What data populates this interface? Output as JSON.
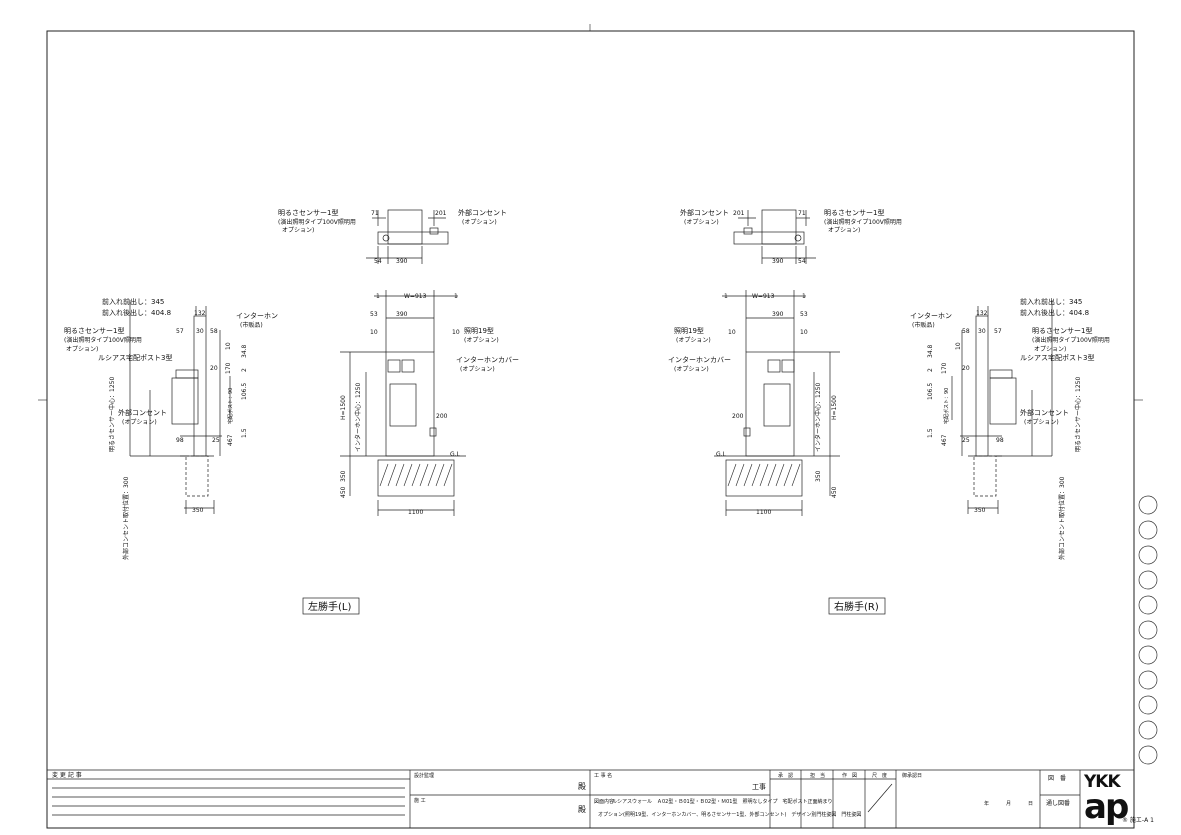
{
  "drawing": {
    "left": {
      "caption": "左勝手(L)",
      "plan": {
        "sensor_label": [
          "明るさセンサー1型",
          "(演出照明タイプ100V照明用",
          "オプション)"
        ],
        "outlet_label": [
          "外部コンセント",
          "(オプション)"
        ],
        "dims": [
          "71",
          "201",
          "54",
          "390"
        ]
      },
      "side": {
        "front_out": "前入れ前出し：345",
        "front_back": "前入れ後出し：404.8",
        "sensor_label": [
          "明るさセンサー1型",
          "(演出照明タイプ100V照明用",
          "オプション)"
        ],
        "post_label": "ルシアス宅配ポスト3型",
        "intercom_label": [
          "インターホン",
          "(市販品)"
        ],
        "outlet_label": [
          "外部コンセント",
          "(オプション)"
        ],
        "vert_sensor": "明るさセンサー中心：1250",
        "vert_outlet": "外部コンセント取付位置：300",
        "vert_post": "宅配ポスト：90",
        "dims": [
          "132",
          "57",
          "30",
          "58",
          "10",
          "34.8",
          "20",
          "170",
          "2",
          "106.5",
          "98",
          "25",
          "467",
          "1.5",
          "350"
        ]
      },
      "front": {
        "width": "W=913",
        "light_label": [
          "照明19型",
          "(オプション)"
        ],
        "cover_label": [
          "インターホンカバー",
          "(オプション)"
        ],
        "height": "H=1500",
        "intercom_center": "インターホン中心：1250",
        "gl": "G.L",
        "dims": [
          "1",
          "1",
          "53",
          "390",
          "10",
          "10",
          "200",
          "350",
          "450",
          "1100"
        ]
      }
    },
    "right": {
      "caption": "右勝手(R)",
      "plan": {
        "outlet_label": [
          "外部コンセント",
          "(オプション)"
        ],
        "sensor_label": [
          "明るさセンサー1型",
          "(演出照明タイプ100V照明用",
          "オプション)"
        ],
        "dims": [
          "201",
          "71",
          "390",
          "54"
        ]
      },
      "front": {
        "width": "W=913",
        "light_label": [
          "照明19型",
          "(オプション)"
        ],
        "cover_label": [
          "インターホンカバー",
          "(オプション)"
        ],
        "height": "H=1500",
        "intercom_center": "インターホン中心：1250",
        "gl": "G.L",
        "dims": [
          "1",
          "1",
          "53",
          "390",
          "10",
          "10",
          "200",
          "350",
          "450",
          "1100"
        ]
      },
      "side": {
        "front_out": "前入れ前出し：345",
        "front_back": "前入れ後出し：404.8",
        "intercom_label": [
          "インターホン",
          "(市販品)"
        ],
        "sensor_label": [
          "明るさセンサー1型",
          "(演出照明タイプ100V照明用",
          "オプション)"
        ],
        "post_label": "ルシアス宅配ポスト3型",
        "outlet_label": [
          "外部コンセント",
          "(オプション)"
        ],
        "vert_sensor": "明るさセンサー中心：1250",
        "vert_outlet": "外部コンセント取付位置：300",
        "vert_post": "宅配ポスト：90",
        "dims": [
          "132",
          "58",
          "30",
          "57",
          "10",
          "34.8",
          "20",
          "170",
          "2",
          "106.5",
          "25",
          "98",
          "467",
          "1.5",
          "350"
        ]
      }
    }
  },
  "title_block": {
    "revision": "変 更 記 事",
    "design_supervisor": "設計監理",
    "construction": "施 工",
    "honorific1": "殿",
    "honorific2": "殿",
    "project_name": "工 事 名",
    "koji": "工事",
    "drawing_content_label": "図面内容",
    "drawing_content_line1": "ルシアスウォール　Ａ02型・Ｂ01型・Ｂ02型・Ｍ01型　照明なしタイプ　宅配ポスト正面納まり",
    "drawing_content_line2": "オプション(照明19型、インターホンカバー、明るさセンサー1型、外部コンセント)　デザイン別門柱姿図　門柱姿図",
    "cols": [
      "承　認",
      "担　当",
      "作　図",
      "尺　度"
    ],
    "approval_date": "御承認日",
    "date_units": [
      "年",
      "月",
      "日"
    ],
    "drawing_no_label": "図　番",
    "drawing_no_value": "通し図番",
    "brand_top": "YKK",
    "brand_bottom": "ap",
    "sheet_code": "® 施エ-A 1"
  }
}
